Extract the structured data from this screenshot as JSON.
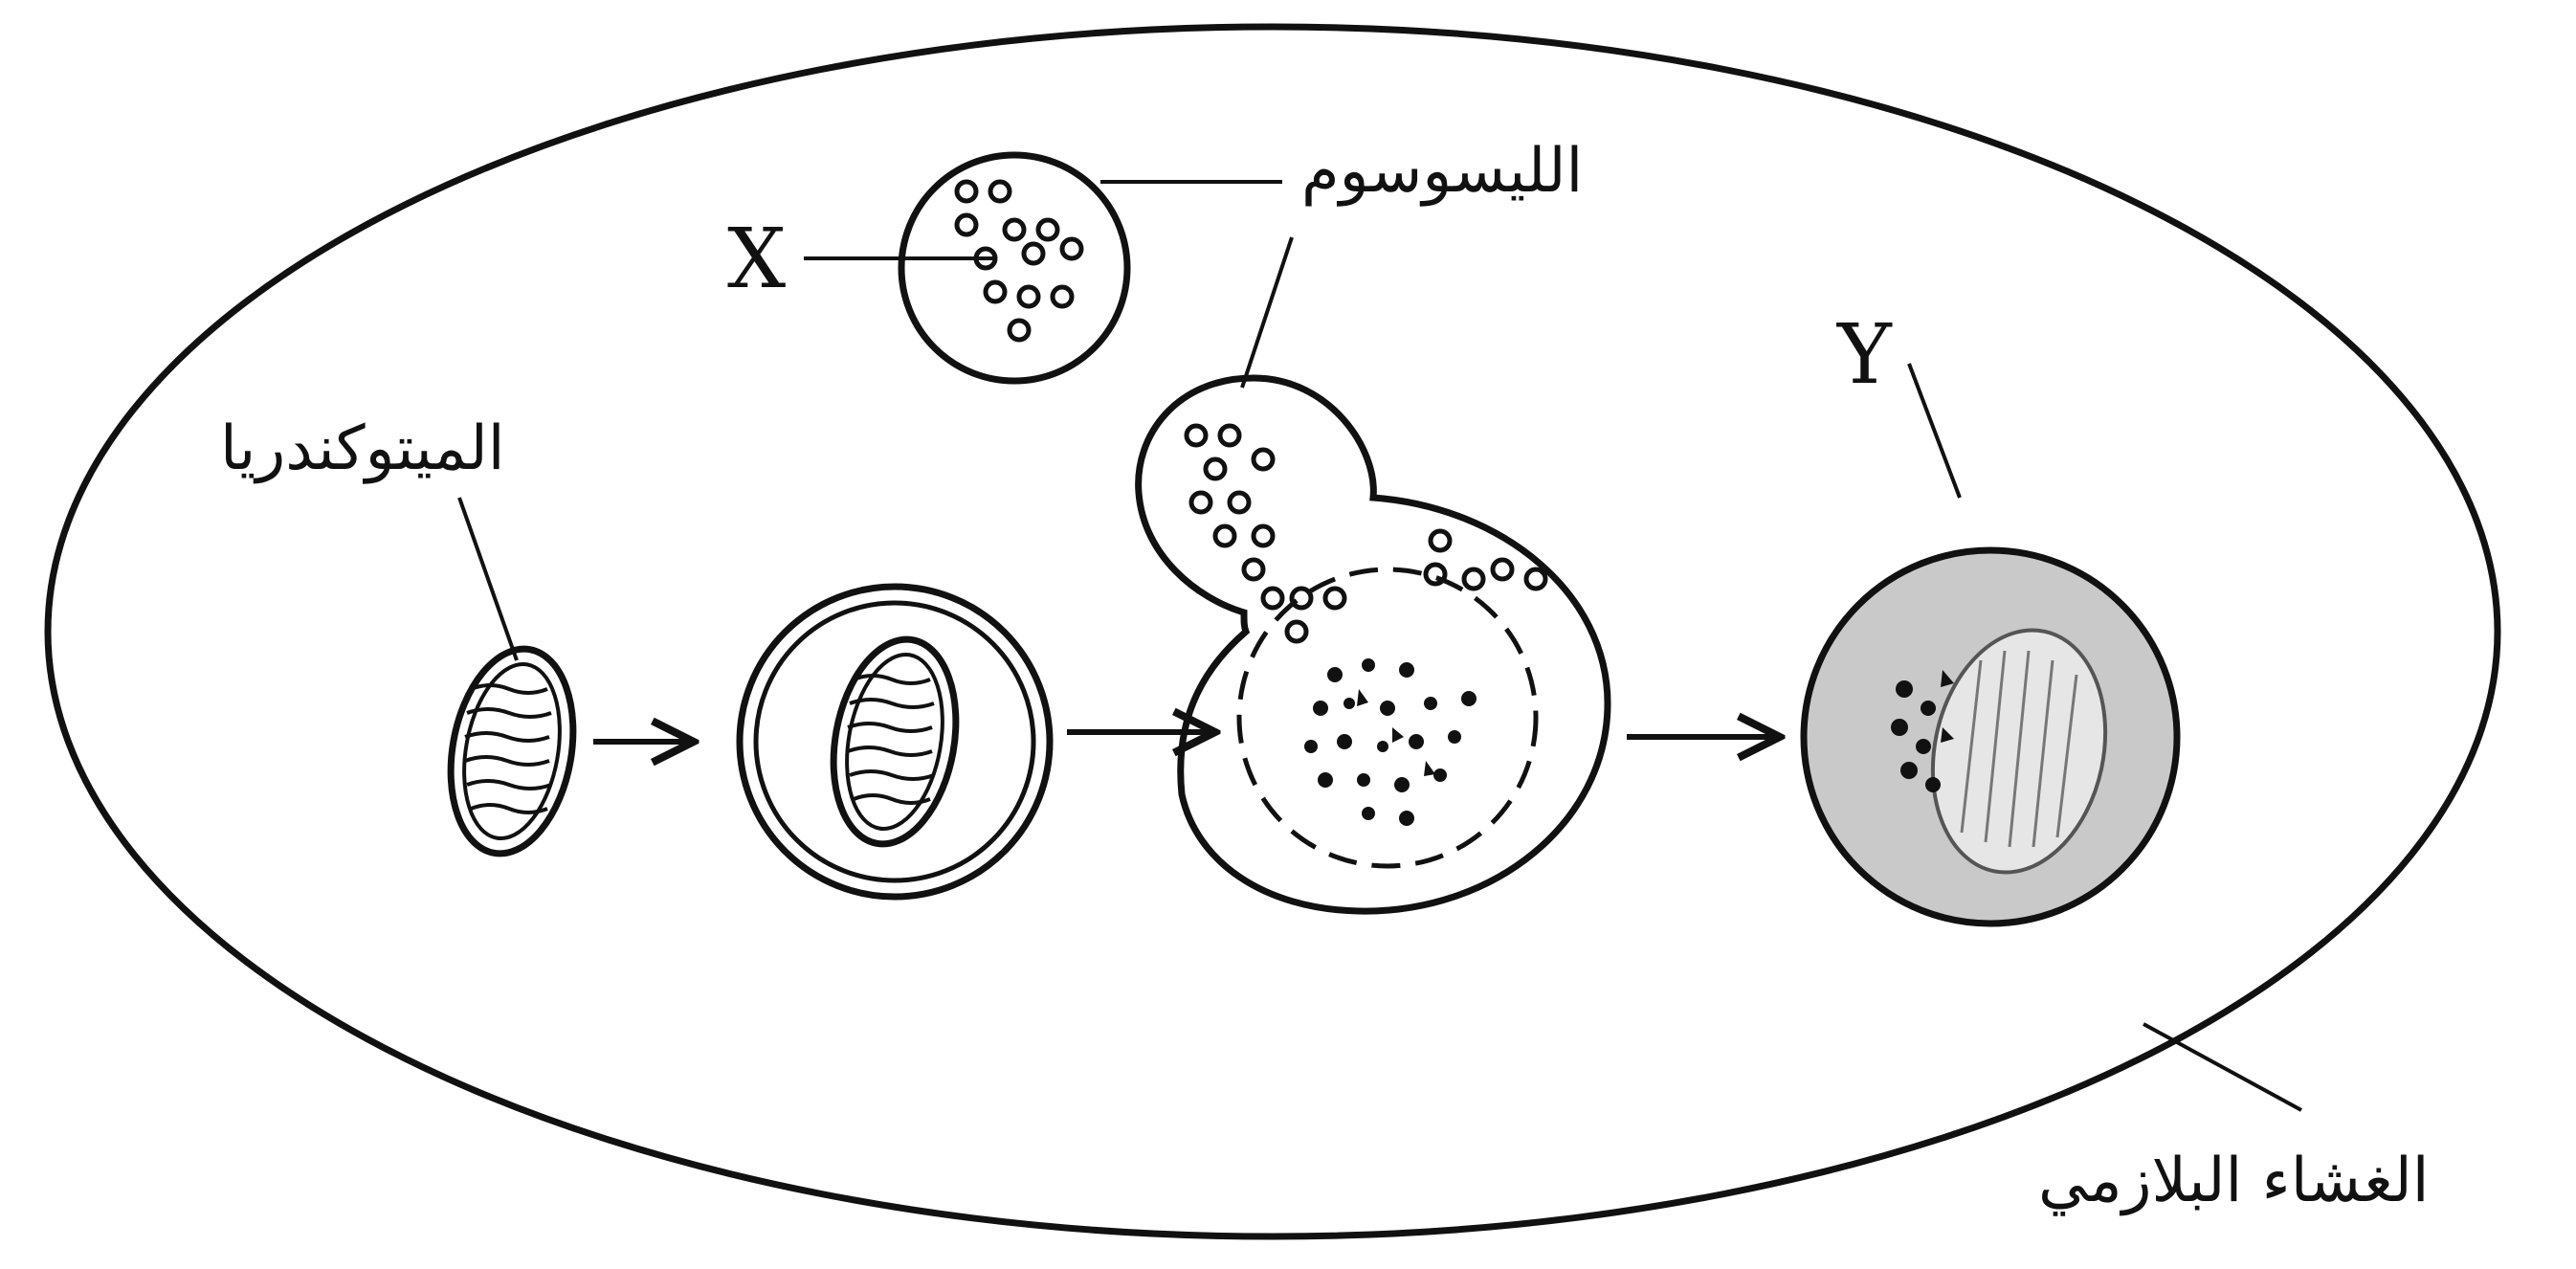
{
  "labels": {
    "lysosome": "الليسوسوم",
    "mitochondria": "الميتوكندريا",
    "plasma_membrane": "الغشاء البلازمي",
    "x": "X",
    "y": "Y"
  },
  "colors": {
    "ink": "#111111",
    "residual_body_fill": "#c9c9c9"
  }
}
